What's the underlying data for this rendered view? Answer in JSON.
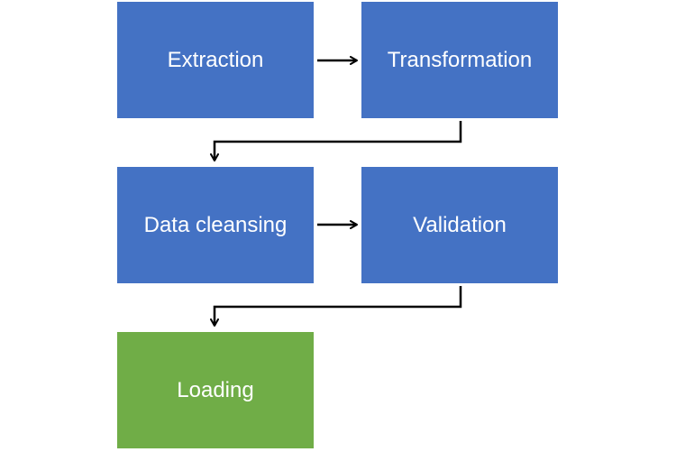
{
  "colors": {
    "process_box": "#4472C4",
    "final_box": "#70AD47",
    "text": "#FFFFFF",
    "connector": "#000000"
  },
  "steps": [
    {
      "id": "extraction",
      "label": "Extraction",
      "color": "#4472C4"
    },
    {
      "id": "transformation",
      "label": "Transformation",
      "color": "#4472C4"
    },
    {
      "id": "cleansing",
      "label": "Data cleansing",
      "color": "#4472C4"
    },
    {
      "id": "validation",
      "label": "Validation",
      "color": "#4472C4"
    },
    {
      "id": "loading",
      "label": "Loading",
      "color": "#70AD47"
    }
  ],
  "connections": [
    {
      "from": "extraction",
      "to": "transformation"
    },
    {
      "from": "transformation",
      "to": "cleansing"
    },
    {
      "from": "cleansing",
      "to": "validation"
    },
    {
      "from": "validation",
      "to": "loading"
    }
  ]
}
